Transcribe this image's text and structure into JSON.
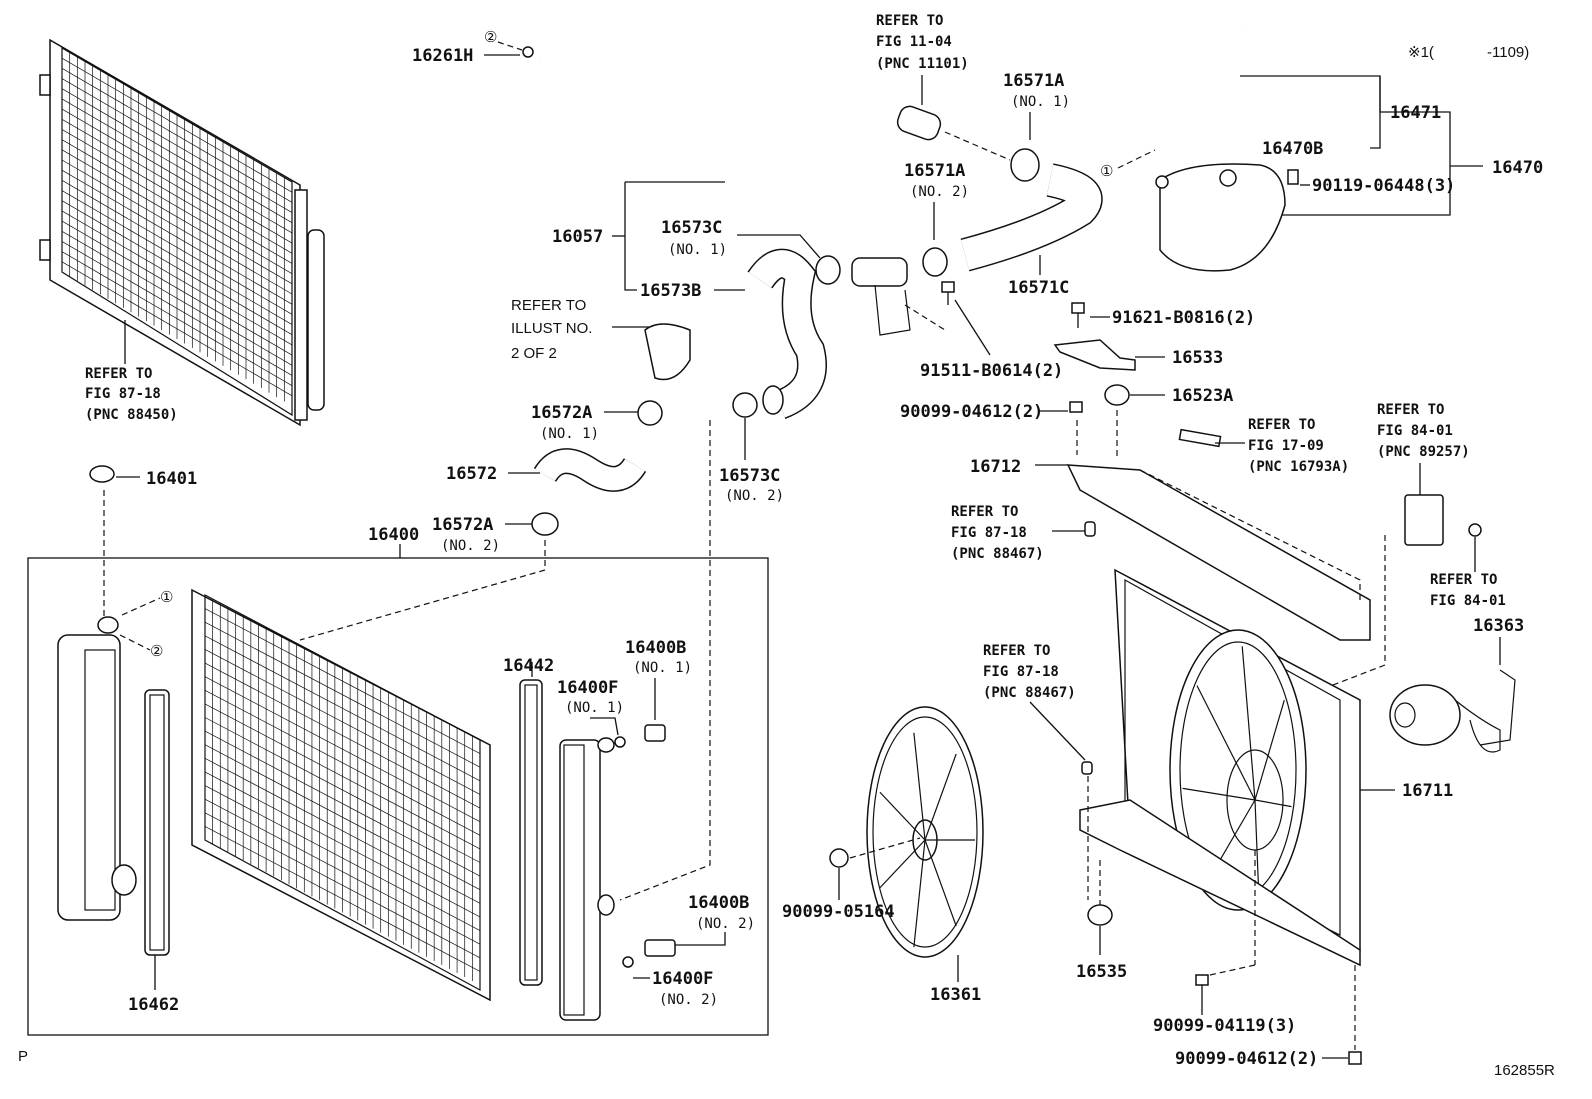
{
  "labels": {
    "p16261H": "16261H",
    "p16057": "16057",
    "p16573C_1": "16573C",
    "p16573C_1_sub": "(NO. 1)",
    "p16573B": "16573B",
    "p16572A_1": "16572A",
    "p16572A_1_sub": "(NO. 1)",
    "p16572": "16572",
    "p16572A_2": "16572A",
    "p16572A_2_sub": "(NO. 2)",
    "p16573C_2": "16573C",
    "p16573C_2_sub": "(NO. 2)",
    "p16401": "16401",
    "p16400": "16400",
    "p16571A_1": "16571A",
    "p16571A_1_sub": "(NO. 1)",
    "p16571A_2": "16571A",
    "p16571A_2_sub": "(NO. 2)",
    "p16571C": "16571C",
    "p91511": "91511-B0614(2)",
    "p16471": "16471",
    "p16470B": "16470B",
    "p16470": "16470",
    "p90119": "90119-06448(3)",
    "p91621": "91621-B0816(2)",
    "p16533": "16533",
    "p16523A": "16523A",
    "p90099_04612_top": "90099-04612(2)",
    "p16712": "16712",
    "p16442": "16442",
    "p16400B_1": "16400B",
    "p16400B_1_sub": "(NO. 1)",
    "p16400F_1": "16400F",
    "p16400F_1_sub": "(NO. 1)",
    "p16400B_2": "16400B",
    "p16400B_2_sub": "(NO. 2)",
    "p16400F_2": "16400F",
    "p16400F_2_sub": "(NO. 2)",
    "p16462": "16462",
    "p16363": "16363",
    "p16711": "16711",
    "p90099_05164": "90099-05164",
    "p16361": "16361",
    "p16535": "16535",
    "p90099_04119": "90099-04119(3)",
    "p90099_04612_bot": "90099-04612(2)"
  },
  "refs": {
    "r1": [
      "REFER TO",
      "FIG 11-04",
      "(PNC 11101)"
    ],
    "r2": [
      "REFER TO",
      "ILLUST NO.",
      "2 OF 2"
    ],
    "r3": [
      "REFER TO",
      "FIG 87-18",
      "(PNC 88450)"
    ],
    "r4": [
      "REFER TO",
      "FIG 17-09",
      "(PNC 16793A)"
    ],
    "r5": [
      "REFER TO",
      "FIG 84-01",
      "(PNC 89257)"
    ],
    "r6": [
      "REFER TO",
      "FIG 87-18",
      "(PNC 88467)"
    ],
    "r7": [
      "REFER TO",
      "FIG 84-01"
    ],
    "r8": [
      "REFER TO",
      "FIG 87-18",
      "(PNC 88467)"
    ]
  },
  "marks": {
    "circle1": "①",
    "circle2": "②",
    "note_prefix": "※1",
    "note_range": "-1109)",
    "note_open": "※1(",
    "p_mark": "P",
    "figure_id": "162855R"
  }
}
